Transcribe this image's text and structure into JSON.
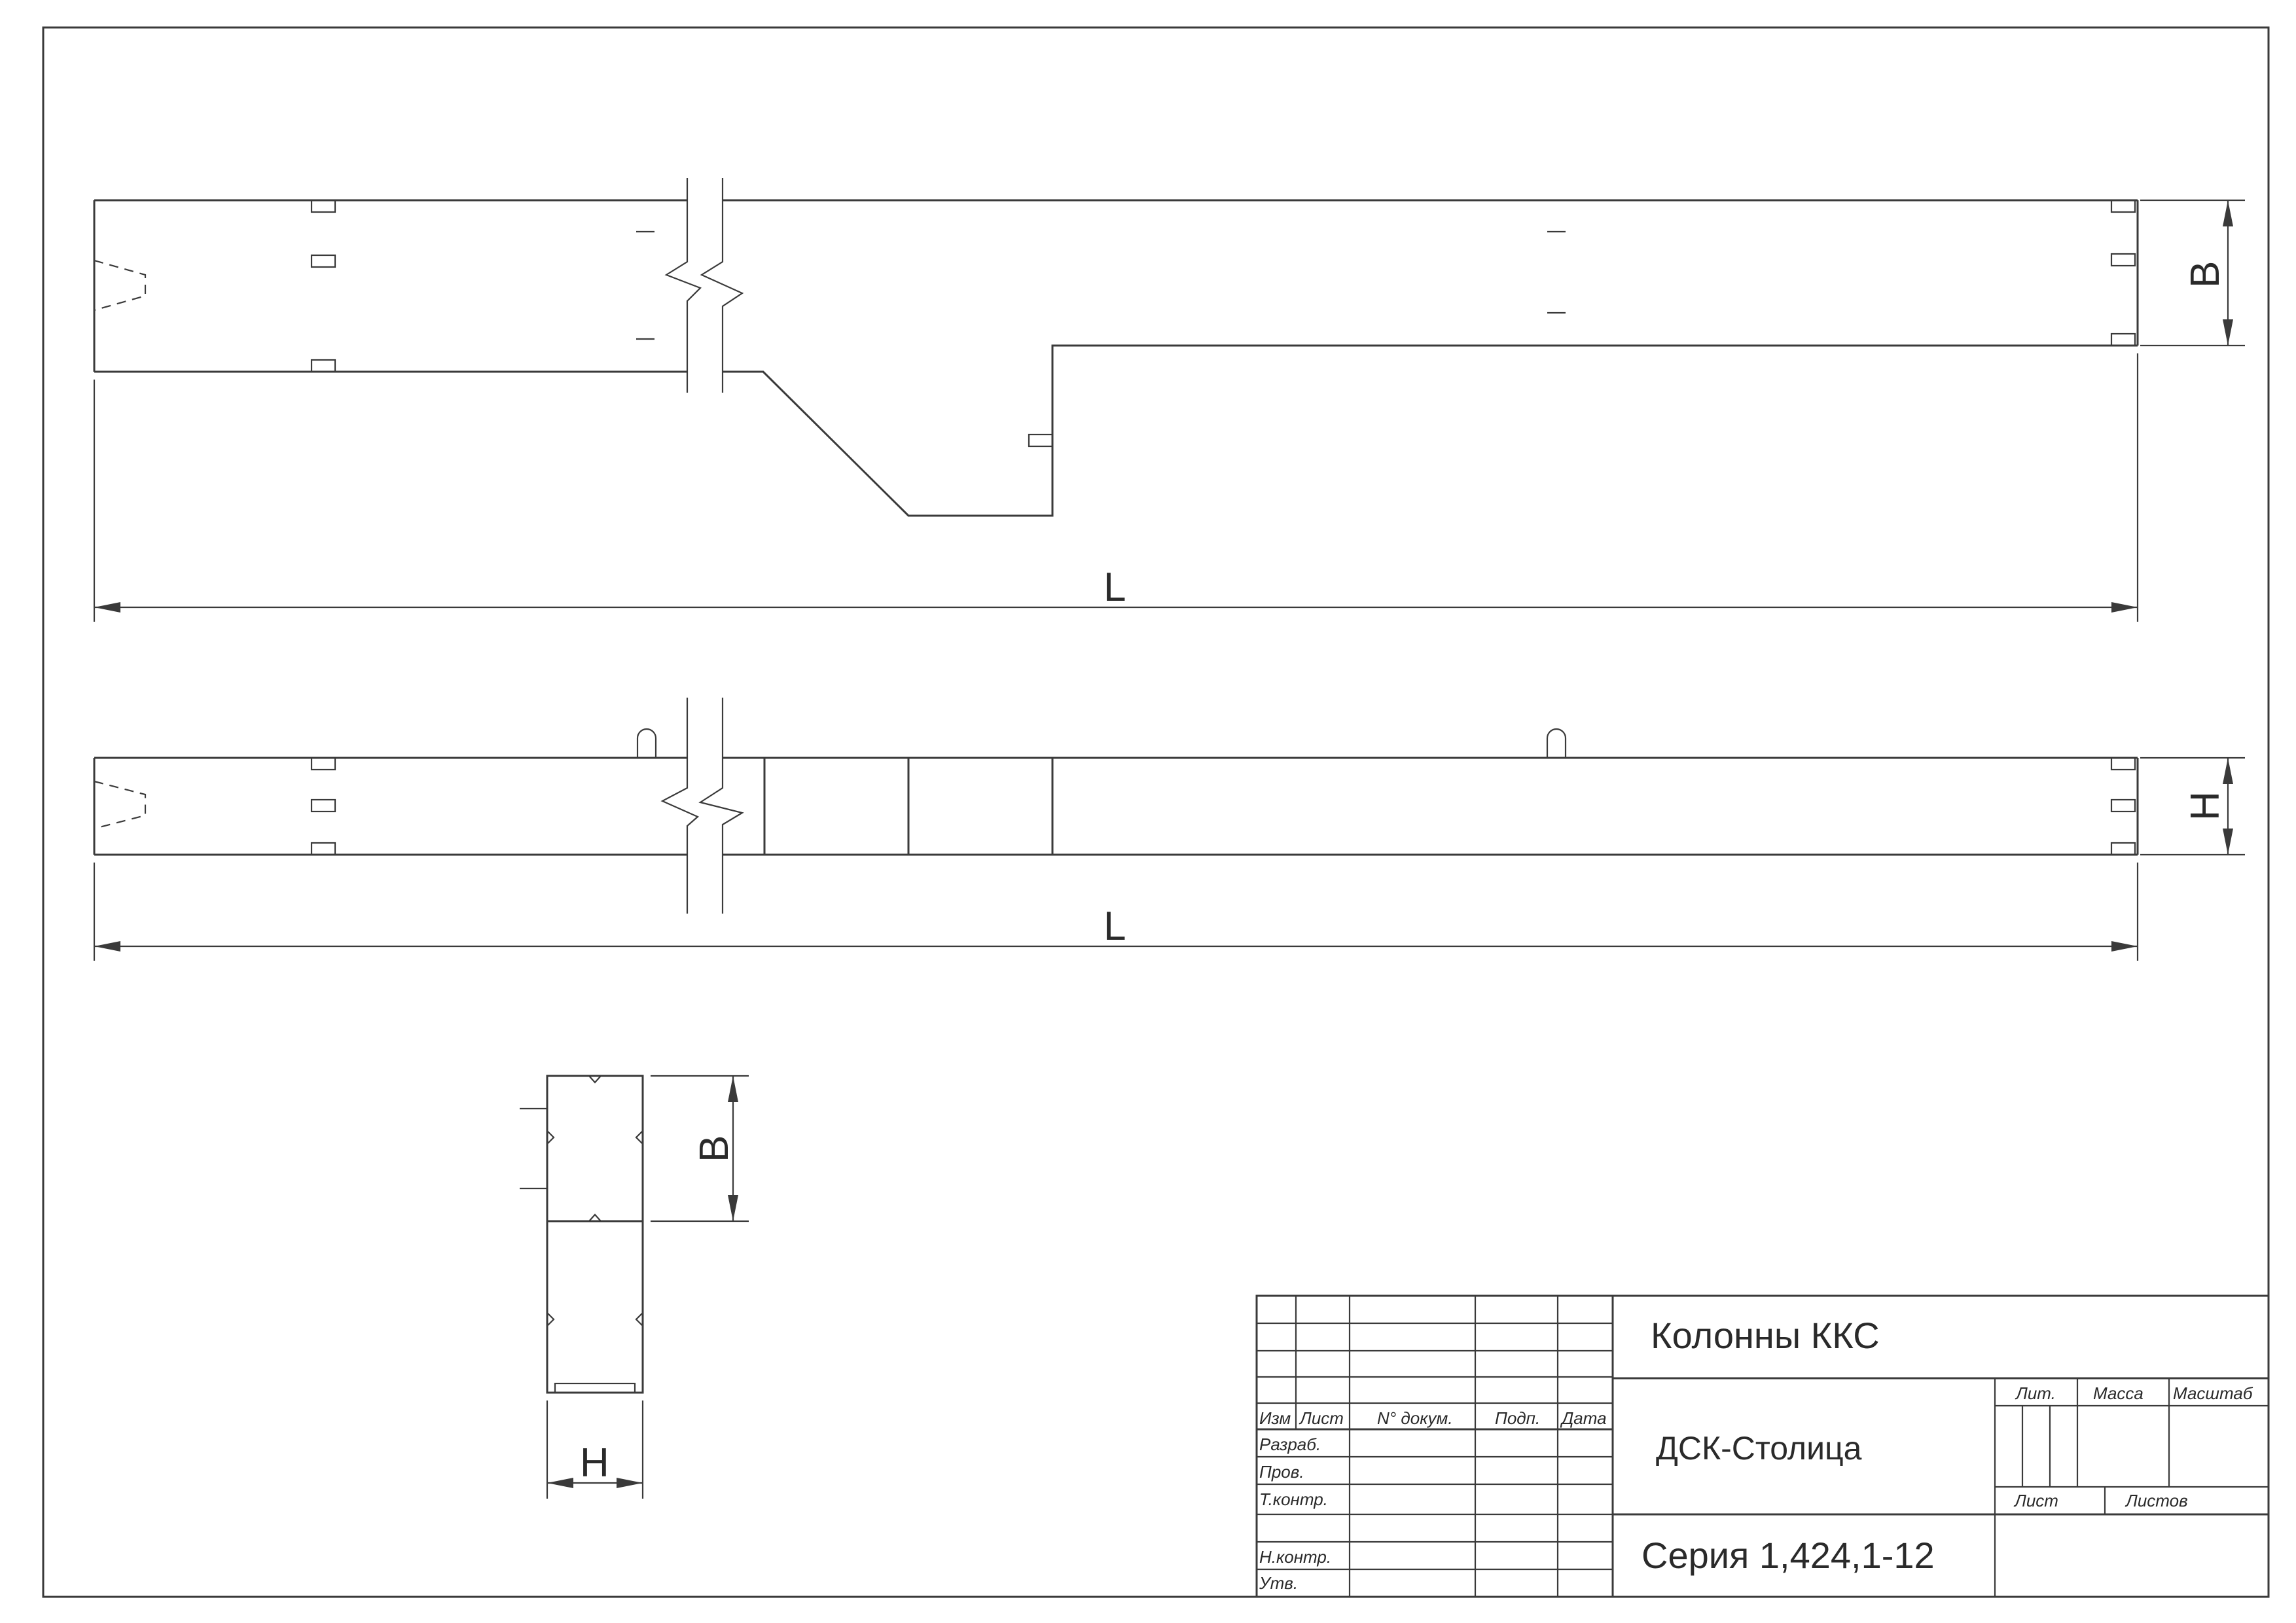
{
  "dimensions": {
    "length_label": "L",
    "width_label": "B",
    "height_label": "H"
  },
  "title_block": {
    "product_name": "Колонны ККС",
    "organization": "ДСК-Столица",
    "series": "Серия 1,424,1-12",
    "header_labels": [
      "Изм",
      "Лист",
      "N° докум.",
      "Подп.",
      "Дата"
    ],
    "row_labels": [
      "Разраб.",
      "Пров.",
      "Т.контр.",
      "",
      "Н.контр.",
      "Утв."
    ],
    "lit_label": "Лит.",
    "mass_label": "Масса",
    "scale_label": "Масштаб",
    "sheet_label": "Лист",
    "sheets_label": "Листов"
  }
}
